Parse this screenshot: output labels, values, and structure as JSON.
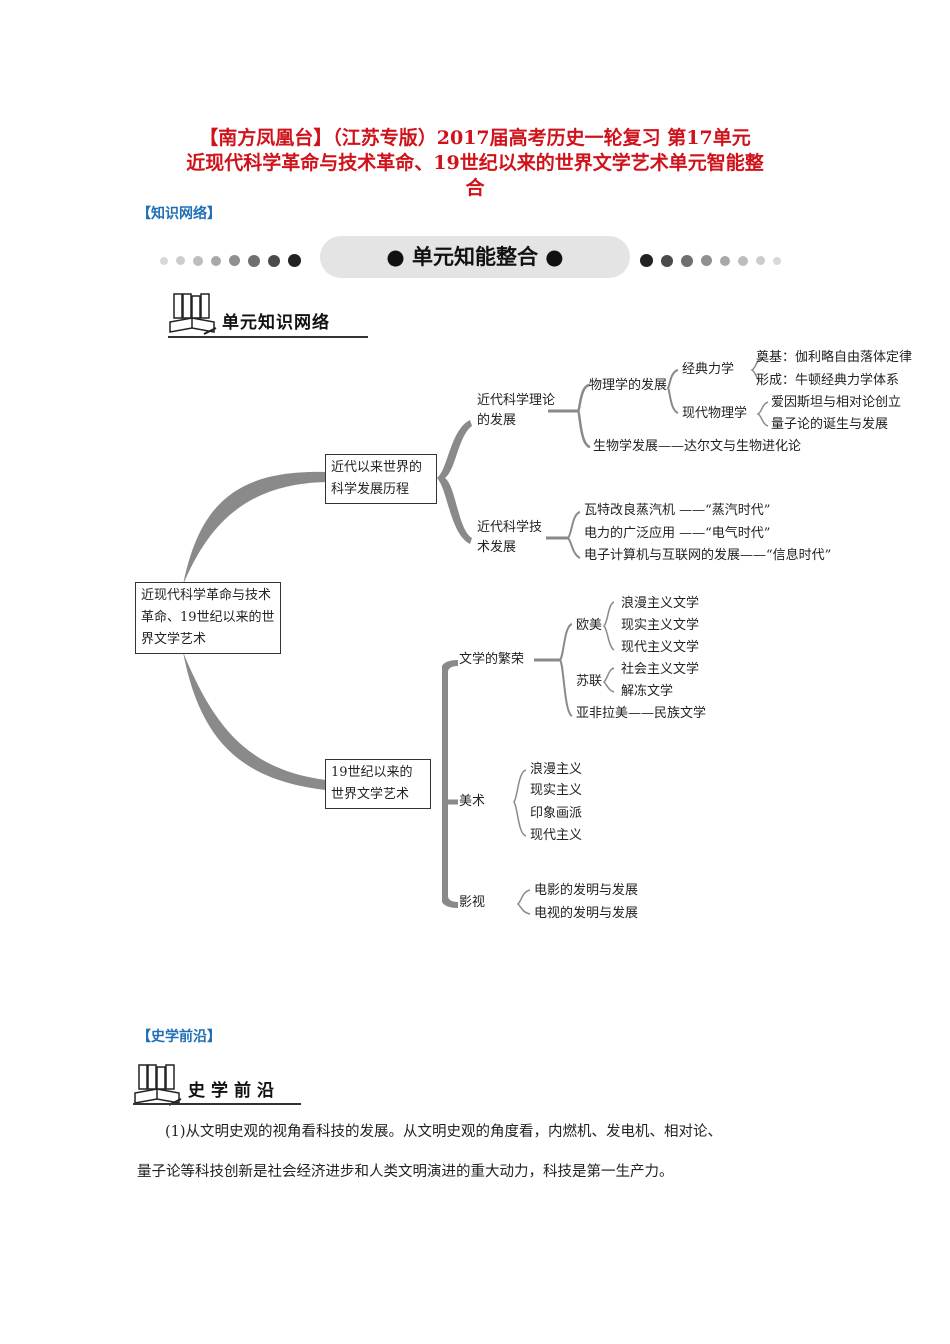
{
  "title": {
    "line1": "【南方凤凰台】（江苏专版）2017届高考历史一轮复习 第17单元",
    "line2": "近现代科学革命与技术革命、19世纪以来的世界文学艺术单元智能整",
    "line3": "合"
  },
  "sections": {
    "knowledge_network_tag": "【知识网络】",
    "banner_title": "● 单元知能整合 ●",
    "network_header": "单元知识网络",
    "frontier_tag": "【史学前沿】",
    "frontier_header": "史学前沿"
  },
  "mindmap": {
    "root": "近现代科学革命与技术革命、19世纪以来的世界文学艺术",
    "branch_science": "近代以来世界的科学发展历程",
    "science_theory": "近代科学理论的发展",
    "physics": "物理学的发展",
    "classical_mechanics": "经典力学",
    "cm_foundation": "奠基：伽利略自由落体定律",
    "cm_formation": "形成：牛顿经典力学体系",
    "modern_physics": "现代物理学",
    "mp_relativity": "爱因斯坦与相对论创立",
    "mp_quantum": "量子论的诞生与发展",
    "biology": "生物学发展——达尔文与生物进化论",
    "science_tech": "近代科学技术发展",
    "tech_steam": "瓦特改良蒸汽机 ——“蒸汽时代”",
    "tech_electric": "电力的广泛应用 ——“电气时代”",
    "tech_info": "电子计算机与互联网的发展——“信息时代”",
    "branch_arts": "19世纪以来的世界文学艺术",
    "literature": "文学的繁荣",
    "europe_america": "欧美",
    "lit_romantic": "浪漫主义文学",
    "lit_realist": "现实主义文学",
    "lit_modern": "现代主义文学",
    "soviet": "苏联",
    "lit_socialist": "社会主义文学",
    "lit_thaw": "解冻文学",
    "asia_africa": "亚非拉美——民族文学",
    "fine_arts": "美术",
    "art_romantic": "浪漫主义",
    "art_realist": "现实主义",
    "art_impression": "印象画派",
    "art_modern": "现代主义",
    "film_tv": "影视",
    "film": "电影的发明与发展",
    "tv": "电视的发明与发展"
  },
  "paragraph": {
    "line1": "(1)从文明史观的视角看科技的发展。从文明史观的角度看，内燃机、发电机、相对论、",
    "line2": "量子论等科技创新是社会经济进步和人类文明演进的重大动力，科技是第一生产力。"
  },
  "colors": {
    "title_red": "#d0121b",
    "tag_blue": "#1f6fb5",
    "branch_gray": "#8a8a8a"
  }
}
